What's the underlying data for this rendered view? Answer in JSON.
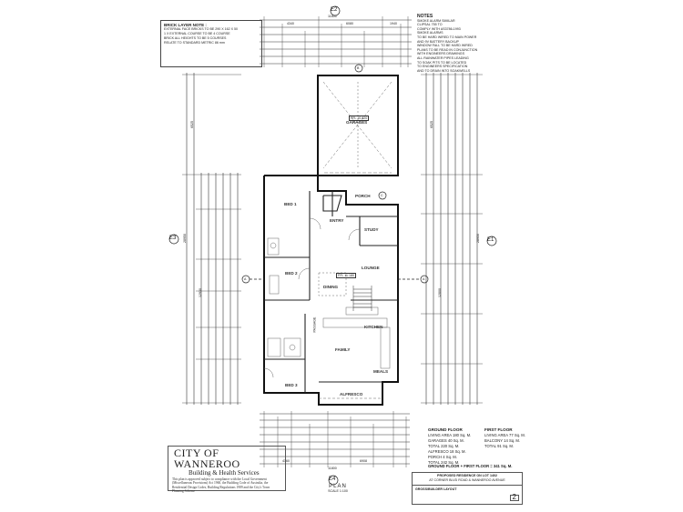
{
  "brick_note": {
    "title": "BRICK LAYER NOTE :",
    "lines": [
      "EXTERNAL FACE BRICKS TO BE 290 X 162 X 50",
      "1 X EXTERNAL COURSE TO BE 4 COURSE",
      "BRICK ALL HEIGHTS TO BE 5 COURSES",
      "RELATE TO STANDARD METRIC 86 mm"
    ]
  },
  "notes": {
    "title": "NOTES",
    "lines": [
      "SMOKE ALARM SIMILAR",
      "CLIPSAL 755 TO",
      "COMPLY WITH AS3786-1993",
      "SMOKE ALARMS",
      "TO BE HARD WIRED TO MAIN POWER",
      "AND 9V BATTERY BACKUP",
      "",
      "WINDOW FALL TO BE HARD WIRED",
      "PLANS TO BE READ IN CONJUNCTION",
      "WITH ENGINEERS DRAWINGS",
      "",
      "ALL RAINWATER PIPES LEADING",
      "TO SOAK PITS TO BE LOCATED",
      "TO ENGINEERS SPECIFICATION",
      "AND TO DRAIN INTO SOAKWELLS"
    ]
  },
  "rooms": {
    "garages": "GARAGES",
    "ffl_garage": "FFL 10.820",
    "bed1": "BED 1",
    "entry": "ENTRY",
    "porch": "PORCH",
    "study": "STUDY",
    "bed2": "BED 2",
    "lounge": "LOUNGE",
    "ffl_main": "FFL 11.180",
    "dining": "DINING",
    "kitchen": "KITCHEN",
    "family": "FAMILY",
    "meals": "MEALS",
    "bed3": "BED 3",
    "alfresco": "ALFRESCO",
    "passage": "PASSAGE"
  },
  "elevations": {
    "top": "E2",
    "left": "E3",
    "right": "E1",
    "bottom": "E4",
    "section_a": "A",
    "section_b": "B",
    "section_c": "C"
  },
  "dimensions": {
    "top_overall": "11800",
    "top_a": "4340",
    "top_b": "6080",
    "top_c": "1940",
    "bottom_overall": "11800",
    "bottom_a": "4360",
    "bottom_b": "6908",
    "left_a": "6525",
    "left_b": "12930",
    "left_c": "28950",
    "right_a": "6525",
    "right_b": "12800",
    "right_c": "28950"
  },
  "areas": {
    "ground_title": "GROUND FLOOR",
    "first_title": "FIRST FLOOR",
    "ground_rows": [
      [
        "LIVING AREA",
        "180 Sq. M."
      ],
      [
        "GARAGES",
        "40 Sq. M."
      ],
      [
        "TOTAL",
        "220 Sq. M."
      ],
      [
        "ALFRESCO",
        "18 Sq. M."
      ],
      [
        "PORCH",
        "4 Sq. M."
      ],
      [
        "TOTAL",
        "242 Sq. M."
      ]
    ],
    "first_rows": [
      [
        "LIVING AREA",
        "77 Sq. M."
      ],
      [
        "BALCONY",
        "14 Sq. M."
      ],
      [
        "TOTAL",
        "91 Sq. M."
      ]
    ],
    "combined": "GROUND FLOOR + FIRST FLOOR = 341 Sq. M."
  },
  "stamp": {
    "line1": "CITY OF WANNEROO",
    "line2": "Building & Health Services",
    "line3": "This plan is approved subject to compliance with the Local Government (Miscellaneous Provisions) Act 1960, the Building Code of Australia, the Residential Design Codes, Building Regulations 1989 and the City's Town Planning Scheme"
  },
  "title_block": {
    "title": "PROPOSED RESIDENCE ON LOT 1402",
    "sub": "AT CORNER BLVD ROAD & WANNEROO AVENUE",
    "client": "GROSS/BUILDER LAYOUT",
    "sheet": "2"
  },
  "plan_label": "PLAN",
  "scale": "SCALE 1:100"
}
